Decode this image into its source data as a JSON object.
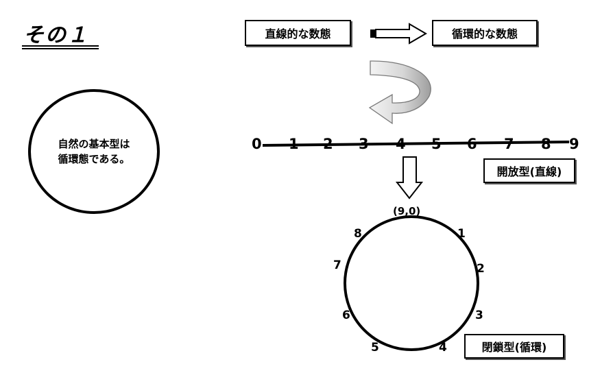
{
  "title": "その１",
  "linear_label": "直線的な数態",
  "cyclic_label": "循環的な数態",
  "note_line1": "自然の基本型は",
  "note_line2": "循環態である。",
  "number_line": [
    "0",
    "1",
    "2",
    "3",
    "4",
    "5",
    "6",
    "7",
    "8",
    "9"
  ],
  "open_label": "開放型(直線)",
  "closed_label": "閉鎖型(循環)",
  "circle_top": "(9,0)",
  "circle_numbers": [
    "1",
    "2",
    "3",
    "4",
    "5",
    "6",
    "7",
    "8"
  ]
}
